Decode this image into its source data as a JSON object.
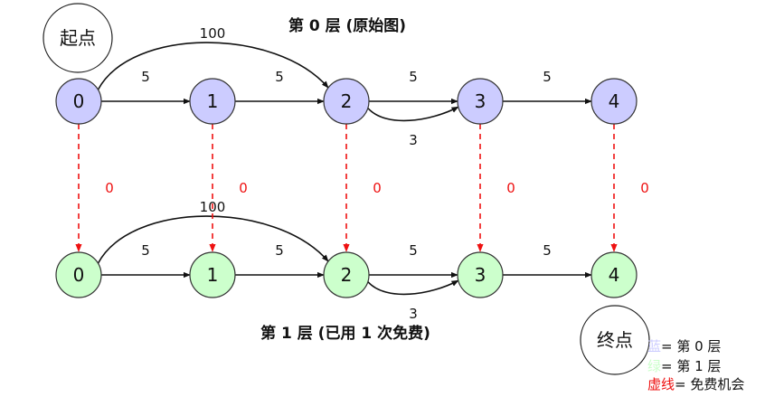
{
  "colors": {
    "layer0_fill": "#ccccff",
    "layer1_fill": "#ccffcc",
    "free_edge": "#ee1111",
    "edge": "#111111",
    "node_stroke": "#333333"
  },
  "titles": {
    "layer0": "第 0 层 (原始图)",
    "layer1": "第 1 层 (已用 1 次免费)"
  },
  "markers": {
    "start": "起点",
    "end": "终点"
  },
  "nodes": [
    "0",
    "1",
    "2",
    "3",
    "4"
  ],
  "layers": [
    {
      "id": 0,
      "name": "layer0"
    },
    {
      "id": 1,
      "name": "layer1"
    }
  ],
  "edges": [
    {
      "from": 0,
      "to": 1,
      "weight": "5",
      "shape": "straight"
    },
    {
      "from": 1,
      "to": 2,
      "weight": "5",
      "shape": "straight"
    },
    {
      "from": 0,
      "to": 2,
      "weight": "100",
      "shape": "arc-up"
    },
    {
      "from": 2,
      "to": 3,
      "weight": "5",
      "shape": "straight"
    },
    {
      "from": 2,
      "to": 3,
      "weight": "3",
      "shape": "arc-down"
    },
    {
      "from": 3,
      "to": 4,
      "weight": "5",
      "shape": "straight"
    }
  ],
  "free_edges": {
    "weight": "0",
    "from_layer": 0,
    "to_layer": 1
  },
  "legend": [
    {
      "key": "蓝",
      "text": "= 第 0 层",
      "color": "#ccccff"
    },
    {
      "key": "绿",
      "text": "= 第 1 层",
      "color": "#ccffcc"
    },
    {
      "key": "虚线",
      "text": "= 免费机会",
      "color": "#ee1111"
    }
  ]
}
